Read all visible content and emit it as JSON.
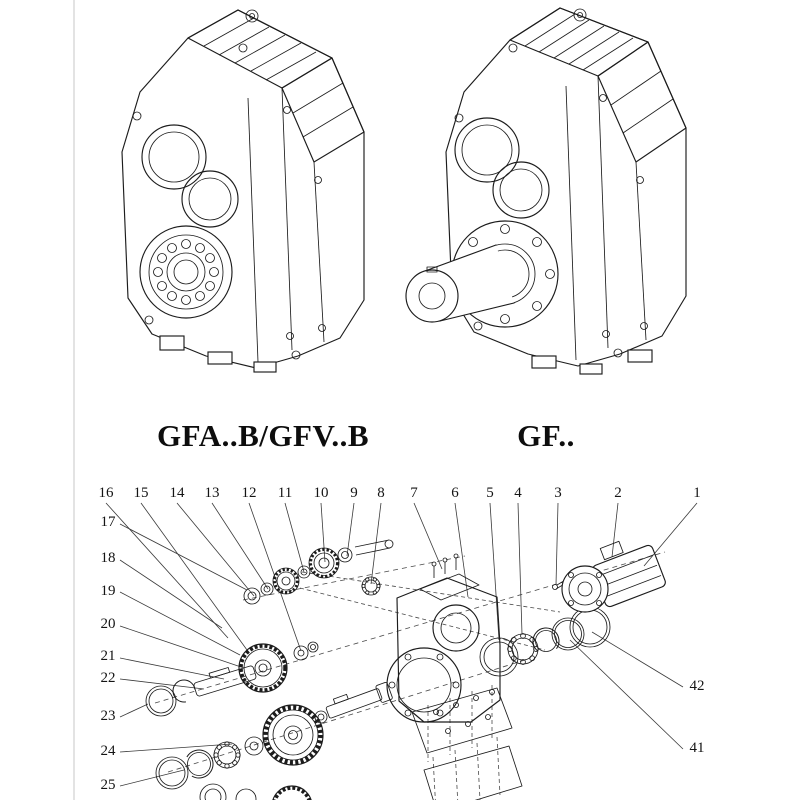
{
  "document": {
    "left_model_label": "GFA..B/GFV..B",
    "right_model_label": "GF.."
  },
  "exploded_view": {
    "callouts_top": [
      "16",
      "15",
      "14",
      "13",
      "12",
      "11",
      "10",
      "9",
      "8",
      "7",
      "6",
      "5",
      "4",
      "3",
      "2",
      "1"
    ],
    "callouts_left": [
      "17",
      "18",
      "19",
      "20",
      "21",
      "22",
      "23",
      "24",
      "25"
    ],
    "callouts_right": [
      "42",
      "41"
    ]
  },
  "colors": {
    "line": "#1c1c1c",
    "text": "#141414",
    "background": "#ffffff"
  }
}
